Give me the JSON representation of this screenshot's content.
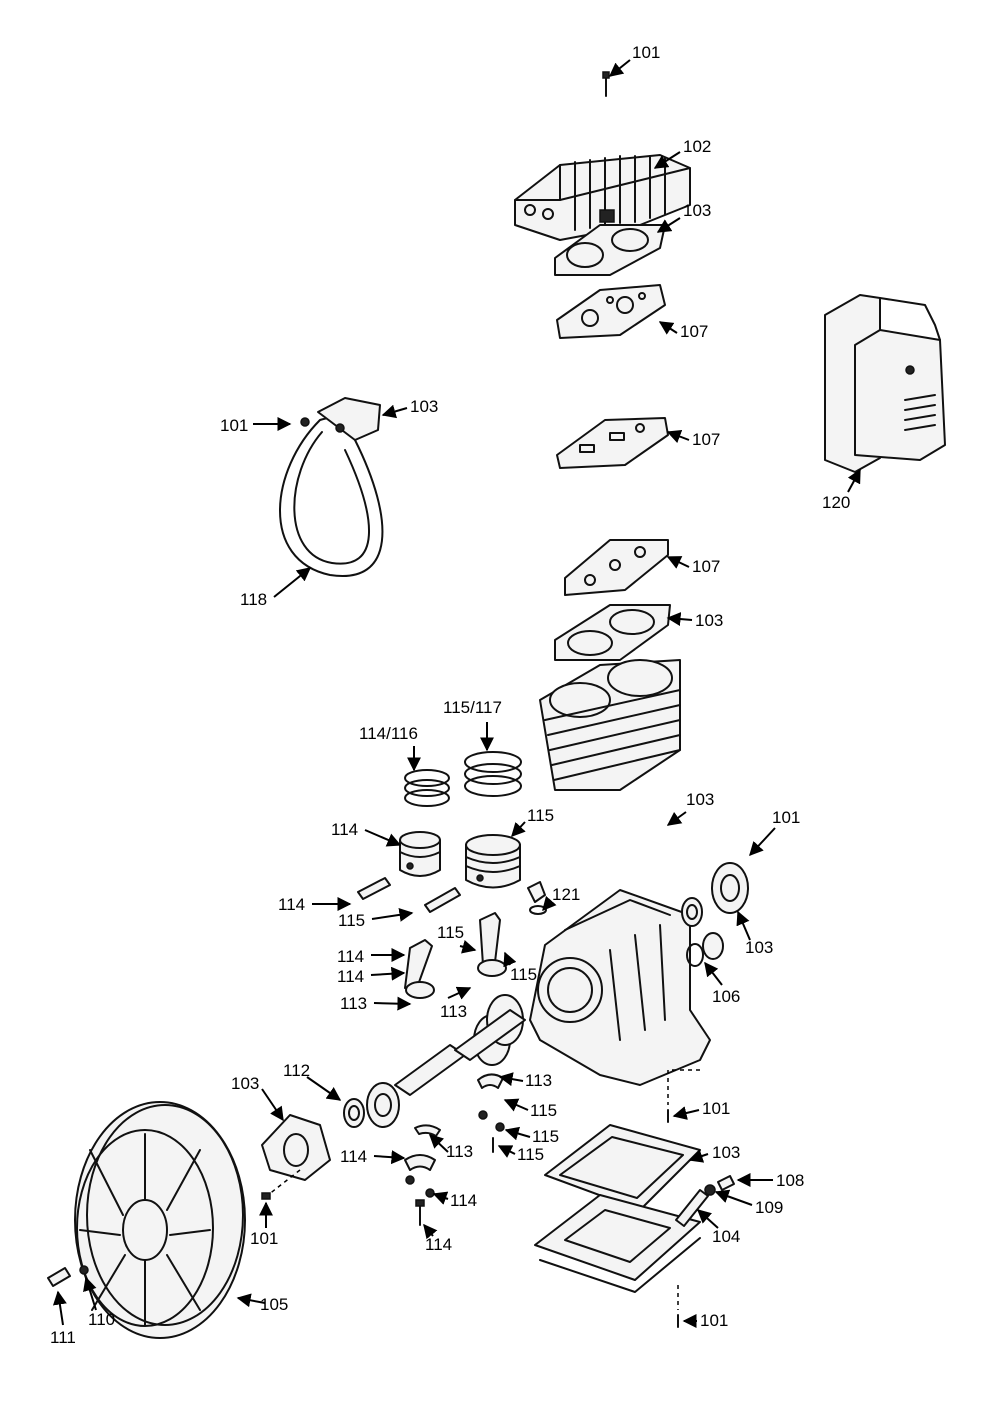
{
  "colors": {
    "ink": "#111111",
    "paper": "#ffffff"
  },
  "callouts": [
    {
      "id": "c-101-top",
      "label": "101"
    },
    {
      "id": "c-102",
      "label": "102"
    },
    {
      "id": "c-103-head",
      "label": "103"
    },
    {
      "id": "c-107-a",
      "label": "107"
    },
    {
      "id": "c-101-guard",
      "label": "101"
    },
    {
      "id": "c-103-guard",
      "label": "103"
    },
    {
      "id": "c-107-b",
      "label": "107"
    },
    {
      "id": "c-120",
      "label": "120"
    },
    {
      "id": "c-118",
      "label": "118"
    },
    {
      "id": "c-107-c",
      "label": "107"
    },
    {
      "id": "c-103-cyl",
      "label": "103"
    },
    {
      "id": "c-115-117",
      "label": "115/117"
    },
    {
      "id": "c-114-116",
      "label": "114/116"
    },
    {
      "id": "c-103-base",
      "label": "103"
    },
    {
      "id": "c-101-side",
      "label": "101"
    },
    {
      "id": "c-114-piston",
      "label": "114"
    },
    {
      "id": "c-115-piston",
      "label": "115"
    },
    {
      "id": "c-121",
      "label": "121"
    },
    {
      "id": "c-114-pin",
      "label": "114"
    },
    {
      "id": "c-115-pin",
      "label": "115"
    },
    {
      "id": "c-103-side",
      "label": "103"
    },
    {
      "id": "c-115-rod-a",
      "label": "115"
    },
    {
      "id": "c-114-rod-a",
      "label": "114"
    },
    {
      "id": "c-114-rod-b",
      "label": "114"
    },
    {
      "id": "c-115-rod-b",
      "label": "115"
    },
    {
      "id": "c-106",
      "label": "106"
    },
    {
      "id": "c-113-a",
      "label": "113"
    },
    {
      "id": "c-113-b",
      "label": "113"
    },
    {
      "id": "c-113-c",
      "label": "113"
    },
    {
      "id": "c-103-front",
      "label": "103"
    },
    {
      "id": "c-112",
      "label": "112"
    },
    {
      "id": "c-115-c",
      "label": "115"
    },
    {
      "id": "c-101-crank",
      "label": "101"
    },
    {
      "id": "c-113-d",
      "label": "113"
    },
    {
      "id": "c-115-d",
      "label": "115"
    },
    {
      "id": "c-114-cap",
      "label": "114"
    },
    {
      "id": "c-115-e",
      "label": "115"
    },
    {
      "id": "c-103-bottom",
      "label": "103"
    },
    {
      "id": "c-108",
      "label": "108"
    },
    {
      "id": "c-114-nut",
      "label": "114"
    },
    {
      "id": "c-109",
      "label": "109"
    },
    {
      "id": "c-101-front",
      "label": "101"
    },
    {
      "id": "c-104",
      "label": "104"
    },
    {
      "id": "c-114-bolt",
      "label": "114"
    },
    {
      "id": "c-105",
      "label": "105"
    },
    {
      "id": "c-110",
      "label": "110"
    },
    {
      "id": "c-111",
      "label": "111"
    },
    {
      "id": "c-101-bottom",
      "label": "101"
    }
  ]
}
